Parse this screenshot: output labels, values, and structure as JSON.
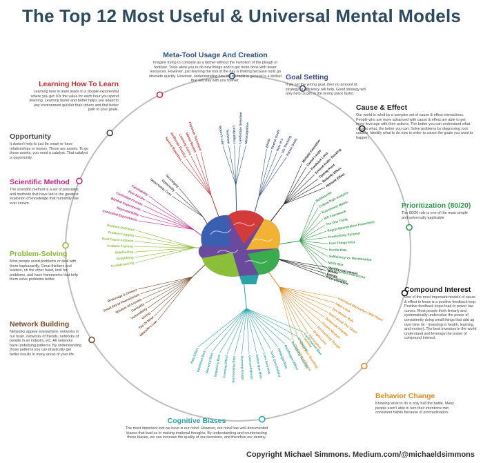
{
  "title": "The Top 12 Most Useful & Universal Mental Models",
  "credit": "Copyright Michael Simmons. Medium.com/@michaeldsimmons",
  "models": {
    "meta_tool": {
      "title": "Meta-Tool Usage And Creation",
      "text": "Imagine trying to compete as a farmer without the invention of the plough or fertilizer. Tools allow you to do new things and to get more done with fewer resources. However, just learning the tool of the day is limiting because tools go obsolete quickly. However, understanding how to use tools in general is a skillset that will stay with you forever.",
      "color": "#2a4f86",
      "items": [
        "Moore's Law",
        "Technium",
        "Lindy Effect",
        "Landscape Selection",
        "Metacognition"
      ]
    },
    "learning": {
      "title": "Learning How To Learn",
      "text": "Learning how to learn leads to a double exponential where you get 10x the value for each hour you spend learning. Learning faster and better helps you adapt to any environment quicker than others and find better path to your goals.",
      "color": "#c62a2f",
      "items": [
        "Spaced Repetition",
        "Deliberate Practice",
        "Learning Curve",
        "Mental Models",
        "Feynman Technique"
      ]
    },
    "goal": {
      "title": "Goal Setting",
      "text": "If we set the wrong goal, then no amount of strategy or efficiency will help. Good strategy will only help us get to the wrong place faster.",
      "color": "#3b4a8c",
      "items": [
        "BHAG",
        "Stretch Goals",
        "Rule of 3",
        "10x Thinking",
        "Pareto Goals"
      ]
    },
    "cause": {
      "title": "Cause & Effect",
      "text": "Our world is ruled by a complex set of cause & effect interactions. People who are more advanced with cause & effect are able to get more leverage with their actions. The better you can understand what causes what, the better you can: Solve problems by diagnosing root causes. Identify what to do now in order to cause the goals you want to happen.",
      "color": "#1a1a1a",
      "items": [
        "Multiple Causation",
        "Causal Loops",
        "Feedback Loop",
        "Second Order Thinking",
        "Tipping Point",
        "Butterfly Effect",
        "Network Effect"
      ]
    },
    "opportunity": {
      "title": "Opportunity",
      "text": "It doesn't help to just be smart or have relationships or money. Those are assets. To go those assets, you need a catalyst. That catalyst is opportunity.",
      "color": "#444444",
      "items": [
        "Opportunity Cost",
        "Optionality",
        "Serendipity"
      ]
    },
    "scientific": {
      "title": "Scientific Method",
      "text": "The scientific method is a set of principles and methods that have led to the greatest explosion of knowledge that humanity has ever known.",
      "color": "#c0267e",
      "items": [
        "Controlled Experiments",
        "Reproducibility",
        "Blinded Experiments",
        "Controlled Process",
        "Peer Review",
        "Falsifiability"
      ]
    },
    "prioritization": {
      "title": "Prioritization (80/20)",
      "text": "The 80/20 rule is one of the most simple and universally applicable",
      "color": "#2e9a48",
      "items": [
        "Bottlenecks",
        "Critical Path Analysis",
        "Eisenhower Matrix",
        "ICE Framework",
        "The One Thing",
        "Regret Minimization Framework",
        "Productivity Pyramid",
        "First Things First",
        "Hurdle Rate",
        "Sufficiency vs. Maximization",
        "North Star",
        "Law of System Interaction",
        "First Principles"
      ]
    },
    "problem": {
      "title": "Problem-Solving",
      "text": "Most people avoid problems or deal with them haphazardly. Great thinkers and leaders, on the other hand, look for problems, and have frameworks that help them solve problems better.",
      "color": "#8ab834",
      "items": [
        "Crowdsourcing",
        "Simplifying",
        "Subdividing",
        "Problem Framing",
        "Root Cause Analysis",
        "Problem Logging",
        "Problem Definition"
      ]
    },
    "compound": {
      "title": "Compound Interest",
      "text": "One of the most important models of cause & effect to know is a positive feedback loop. Positive feedback loops lead to power law curves. Most people think linearly and systematically undervalue the power of consistently doing small things that add up over time (ie - investing in health, learning, and money). The best investors in the world understand and leverage the power of compound interest.",
      "color": "#111111",
      "items": [
        "Identify root causes",
        "Beliefs",
        "Energy",
        "Procrastination"
      ]
    },
    "network": {
      "title": "Network Building",
      "text": "Networks appear everywhere; networks in our brain, networks of friends, networks of people in an industry, etc. All networks have underlying patterns. By understanding those patterns you can drastically get better results in many areas of your life.",
      "color": "#7a4a2a",
      "items": [
        "Metcalfe's Law",
        "Top Of Mind",
        "Giving",
        "Vulnerability",
        "Centrality",
        "Wisdom Of Crowds",
        "Small World Phenomenon",
        "Brokerage & Closure"
      ]
    },
    "behavior": {
      "title": "Behavior Change",
      "text": "Knowing what to do is only half the battle. Many people aren't able to turn their intentions into consistent habits because of procrastination.",
      "color": "#e08a1e",
      "items": [
        "Individual Motivation / Will Power",
        "Habit Loop",
        "Two Minute Rule",
        "Don't Break The Chain",
        "Deliberate Practice",
        "Growth Mindset",
        "Environment Design",
        "Bright Lines",
        "Dissonance",
        "Identity",
        "Temptation Bundling",
        "Commitment Device"
      ]
    },
    "cognitive": {
      "title": "Cognitive Biases",
      "text": "The most important tool we have is our mind. However, our mind has well-documented biases that lead us to making irrational thoughts. By understanding and counteracting these biases, we can increase the quality of our decisions, and therefore our destiny.",
      "color": "#2aa3a8",
      "items": [
        "Confirmation Bias",
        "Anchoring",
        "Availability Heuristic",
        "Bandwagon Effect",
        "Hindsight Bias",
        "Sunk Cost Fallacy",
        "Loss Aversion",
        "Status Quo Bias",
        "Overconfidence",
        "Dunning-Kruger",
        "Survivorship Bias",
        "Framing Effect",
        "Negativity Bias",
        "Recency Bias",
        "Optimism Bias",
        "Halo Effect"
      ]
    }
  }
}
